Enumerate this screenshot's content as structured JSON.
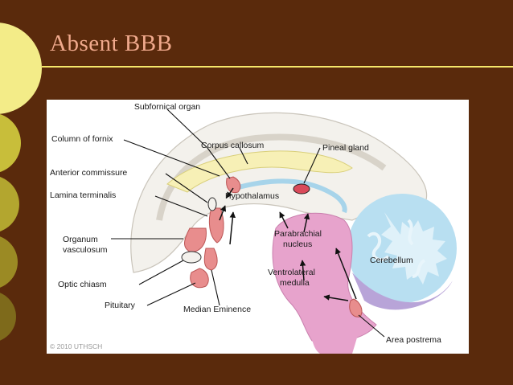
{
  "slide": {
    "title": "Absent BBB"
  },
  "diagram": {
    "labels": {
      "subfornical_organ": "Subfornical organ",
      "column_of_fornix": "Column of fornix",
      "corpus_callosum": "Corpus callosum",
      "pineal_gland": "Pineal gland",
      "anterior_commissure": "Anterior commissure",
      "lamina_terminalis": "Lamina terminalis",
      "hypothalamus": "Hypothalamus",
      "parabrachial_1": "Parabrachial",
      "parabrachial_2": "nucleus",
      "organum_1": "Organum",
      "organum_2": "vasculosum",
      "cerebellum": "Cerebellum",
      "ventrolateral_1": "Ventrolateral",
      "ventrolateral_2": "medulla",
      "optic_chiasm": "Optic chiasm",
      "pituitary": "Pituitary",
      "median_eminence": "Median Eminence",
      "area_postrema": "Area postrema",
      "copyright": "© 2010 UTHSCH"
    },
    "colors": {
      "background": "#5a2a0c",
      "accent_line": "#f5e76a",
      "circle": "#f3ec88",
      "title": "#f0a98c",
      "brainstem": "#e7a3cc",
      "cerebellum": "#a9d7ee",
      "cvo_highlight": "#e88d8d"
    }
  }
}
